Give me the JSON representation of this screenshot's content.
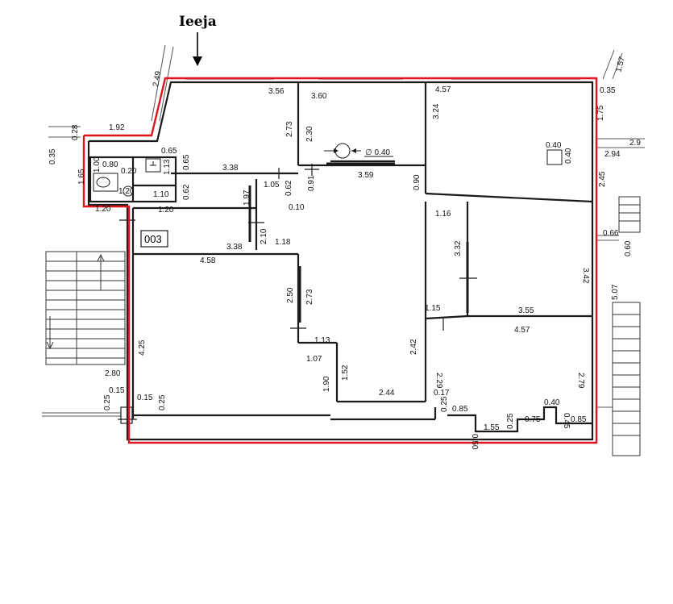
{
  "entrance": {
    "label": "Ieeja"
  },
  "room_label": "003",
  "dims": [
    {
      "id": "d01",
      "text": "2.49"
    },
    {
      "id": "d02",
      "text": "3.56"
    },
    {
      "id": "d03",
      "text": "3.60"
    },
    {
      "id": "d04",
      "text": "4.57"
    },
    {
      "id": "d05",
      "text": "1.57"
    },
    {
      "id": "d06",
      "text": "0.35"
    },
    {
      "id": "d07",
      "text": "1.75"
    },
    {
      "id": "d08",
      "text": "0.28"
    },
    {
      "id": "d09",
      "text": "1.92"
    },
    {
      "id": "d10",
      "text": "2.73"
    },
    {
      "id": "d11",
      "text": "2.30"
    },
    {
      "id": "d12",
      "text": "3.24"
    },
    {
      "id": "d13",
      "text": "0.40"
    },
    {
      "id": "d14",
      "text": "0.40"
    },
    {
      "id": "d15",
      "text": "0.40"
    },
    {
      "id": "d16",
      "text": "0.35"
    },
    {
      "id": "d17",
      "text": "0.65"
    },
    {
      "id": "d18",
      "text": "0.80"
    },
    {
      "id": "d19",
      "text": "1.00"
    },
    {
      "id": "d20",
      "text": "0.20"
    },
    {
      "id": "d21",
      "text": "1.13"
    },
    {
      "id": "d22",
      "text": "0.65"
    },
    {
      "id": "d23",
      "text": "3.38"
    },
    {
      "id": "d24",
      "text": "3.59"
    },
    {
      "id": "d25",
      "text": "2.94"
    },
    {
      "id": "d26",
      "text": "2.9"
    },
    {
      "id": "d27",
      "text": "1.65"
    },
    {
      "id": "d28",
      "text": "1.20"
    },
    {
      "id": "d29",
      "text": "1.10"
    },
    {
      "id": "d30",
      "text": "0.62"
    },
    {
      "id": "d31",
      "text": "1.05"
    },
    {
      "id": "d32",
      "text": "0.62"
    },
    {
      "id": "d33",
      "text": "0.91"
    },
    {
      "id": "d34",
      "text": "0.90"
    },
    {
      "id": "d35",
      "text": "2.45"
    },
    {
      "id": "d36",
      "text": "1.20"
    },
    {
      "id": "d37",
      "text": "1.20"
    },
    {
      "id": "d38",
      "text": "1.97"
    },
    {
      "id": "d39",
      "text": "0.10"
    },
    {
      "id": "d40",
      "text": "1.16"
    },
    {
      "id": "d41",
      "text": "0.66"
    },
    {
      "id": "d42",
      "text": "0.60"
    },
    {
      "id": "d43",
      "text": "2.10"
    },
    {
      "id": "d44",
      "text": "1.18"
    },
    {
      "id": "d45",
      "text": "3.38"
    },
    {
      "id": "d46",
      "text": "3.32"
    },
    {
      "id": "d47",
      "text": "3.42"
    },
    {
      "id": "d48",
      "text": "4.58"
    },
    {
      "id": "d49",
      "text": "5.07"
    },
    {
      "id": "d50",
      "text": "2.50"
    },
    {
      "id": "d51",
      "text": "2.73"
    },
    {
      "id": "d52",
      "text": "1.15"
    },
    {
      "id": "d53",
      "text": "3.55"
    },
    {
      "id": "d54",
      "text": "4.57"
    },
    {
      "id": "d55",
      "text": "1.13"
    },
    {
      "id": "d56",
      "text": "1.07"
    },
    {
      "id": "d57",
      "text": "4.25"
    },
    {
      "id": "d58",
      "text": "2.42"
    },
    {
      "id": "d59",
      "text": "2.29"
    },
    {
      "id": "d60",
      "text": "2.79"
    },
    {
      "id": "d61",
      "text": "1.52"
    },
    {
      "id": "d62",
      "text": "1.90"
    },
    {
      "id": "d63",
      "text": "2.80"
    },
    {
      "id": "d64",
      "text": "0.15"
    },
    {
      "id": "d65",
      "text": "2.44"
    },
    {
      "id": "d66",
      "text": "0.17"
    },
    {
      "id": "d67",
      "text": "0.40"
    },
    {
      "id": "d68",
      "text": "0.25"
    },
    {
      "id": "d69",
      "text": "0.15"
    },
    {
      "id": "d70",
      "text": "0.25"
    },
    {
      "id": "d71",
      "text": "0.25"
    },
    {
      "id": "d72",
      "text": "0.85"
    },
    {
      "id": "d73",
      "text": "0.45"
    },
    {
      "id": "d74",
      "text": "0.50"
    },
    {
      "id": "d75",
      "text": "1.55"
    },
    {
      "id": "d76",
      "text": "0.25"
    },
    {
      "id": "d77",
      "text": "0.75"
    },
    {
      "id": "d78",
      "text": "0.85"
    }
  ],
  "symbols": {
    "diameter": "∅ 0.40"
  },
  "colors": {
    "boundary": "#e0141e",
    "wall": "#1a1a1a",
    "stair": "#333333"
  }
}
